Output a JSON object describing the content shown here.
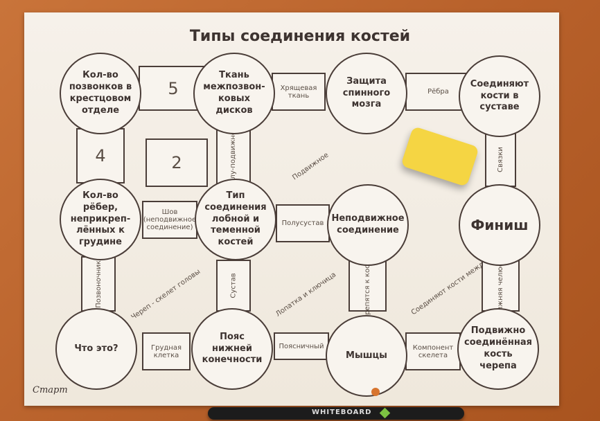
{
  "title": "Типы соединения костей",
  "start_label": "Старт",
  "circles": [
    "Кол-во позвонков в крестцовом отделе",
    "Ткань межпозвон-ковых дисков",
    "Защита спинного мозга",
    "Соединяют кости в суставе",
    "Кол-во рёбер, неприкреп-лённых к грудине",
    "Тип соединения лобной и теменной костей",
    "Неподвижное соединение",
    "Финиш",
    "Что это?",
    "Пояс нижней конечности",
    "Мышцы",
    "Подвижно соединённая кость черепа"
  ],
  "cells": {
    "five": "5",
    "four": "4",
    "two": "2",
    "cartilage": "Хрящевая ткань",
    "ribs": "Рёбра",
    "semi": "Полу-подвижное",
    "movable": "Подвижное",
    "ligaments": "Связки",
    "suture": "Шов (неподвижное соединение)",
    "semijoint": "Полусустав",
    "spine": "Позвоночник",
    "skull": "Череп - скелет головы",
    "joint": "Сустав",
    "scapula": "Лопатка и ключица",
    "attach": "Крепятся к костям",
    "connect": "Соединяют кости между собой",
    "jaw": "Нижняя челюсть",
    "chest": "Грудная клетка",
    "lumbar": "Поясничный",
    "component": "Компонент скелета"
  },
  "marker_brand": "WHITEBOARD"
}
